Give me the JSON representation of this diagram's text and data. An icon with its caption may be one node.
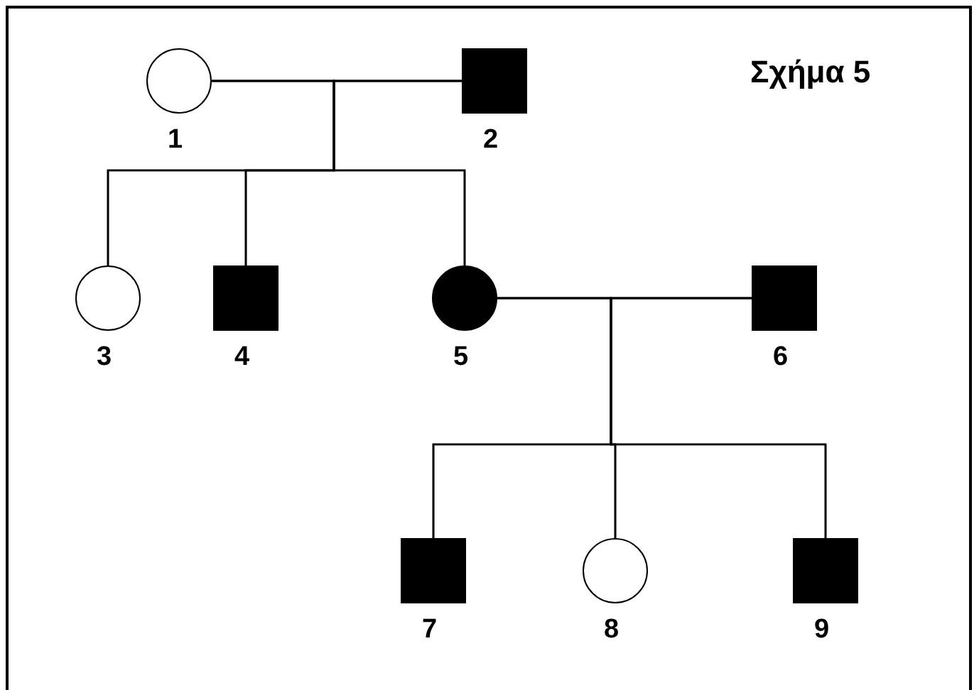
{
  "diagram": {
    "title": "Σχήμα 5",
    "nodes": [
      {
        "text": [],
        "shape": "circle",
        "beside": [
          "1"
        ]
      },
      {
        "text": [],
        "shape": "block",
        "beside": [
          "2"
        ]
      },
      {
        "text": [],
        "shape": "circle",
        "beside": [
          "3"
        ]
      },
      {
        "text": [],
        "shape": "block",
        "beside": [
          "4"
        ]
      },
      {
        "text": [],
        "shape": "disc",
        "beside": [
          "5"
        ]
      },
      {
        "text": [],
        "shape": "block",
        "beside": [
          "6"
        ]
      },
      {
        "text": [],
        "shape": "block",
        "beside": [
          "7"
        ]
      },
      {
        "text": [],
        "shape": "circle",
        "beside": [
          "8"
        ]
      },
      {
        "text": [],
        "shape": "block",
        "beside": [
          "9"
        ]
      }
    ],
    "edges": [
      {
        "from": 0,
        "to": 1,
        "arrow": "none"
      },
      {
        "from": 0,
        "to": 2,
        "arrow": "none"
      },
      {
        "from": 0,
        "to": 3,
        "arrow": "none"
      },
      {
        "from": 0,
        "to": 4,
        "arrow": "none"
      },
      {
        "from": 1,
        "to": 2,
        "arrow": "none"
      },
      {
        "from": 1,
        "to": 3,
        "arrow": "none"
      },
      {
        "from": 1,
        "to": 4,
        "arrow": "none"
      },
      {
        "from": 4,
        "to": 5,
        "arrow": "none"
      },
      {
        "from": 4,
        "to": 6,
        "arrow": "none"
      },
      {
        "from": 4,
        "to": 7,
        "arrow": "none"
      },
      {
        "from": 4,
        "to": 8,
        "arrow": "none"
      },
      {
        "from": 5,
        "to": 6,
        "arrow": "none"
      },
      {
        "from": 5,
        "to": 7,
        "arrow": "none"
      },
      {
        "from": 5,
        "to": 8,
        "arrow": "none"
      }
    ]
  }
}
